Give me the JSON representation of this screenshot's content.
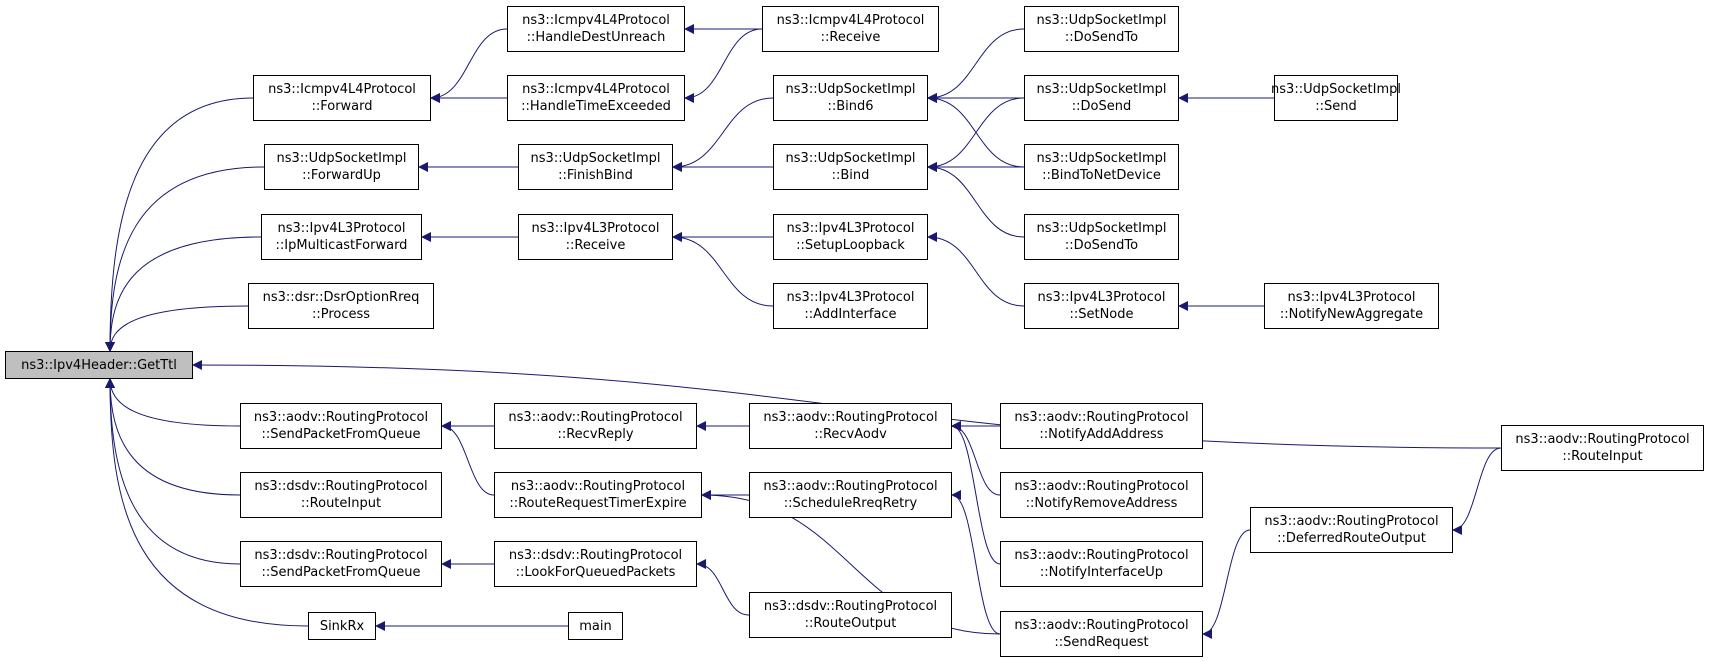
{
  "colors": {
    "edge": "#191970",
    "root_fill": "#bfbfbf",
    "node_fill": "#ffffff",
    "border": "#000000"
  },
  "nodes": [
    {
      "id": "n0",
      "lines": [
        "ns3::Ipv4Header::GetTtl"
      ],
      "root": true
    },
    {
      "id": "n1",
      "lines": [
        "ns3::Icmpv4L4Protocol",
        "::Forward"
      ]
    },
    {
      "id": "n2",
      "lines": [
        "ns3::UdpSocketImpl",
        "::ForwardUp"
      ]
    },
    {
      "id": "n3",
      "lines": [
        "ns3::Ipv4L3Protocol",
        "::IpMulticastForward"
      ]
    },
    {
      "id": "n4",
      "lines": [
        "ns3::dsr::DsrOptionRreq",
        "::Process"
      ]
    },
    {
      "id": "n5",
      "lines": [
        "ns3::aodv::RoutingProtocol",
        "::SendPacketFromQueue"
      ]
    },
    {
      "id": "n6",
      "lines": [
        "ns3::dsdv::RoutingProtocol",
        "::RouteInput"
      ]
    },
    {
      "id": "n7",
      "lines": [
        "ns3::dsdv::RoutingProtocol",
        "::SendPacketFromQueue"
      ]
    },
    {
      "id": "n8",
      "lines": [
        "SinkRx"
      ]
    },
    {
      "id": "n9",
      "lines": [
        "ns3::Icmpv4L4Protocol",
        "::HandleDestUnreach"
      ]
    },
    {
      "id": "n10",
      "lines": [
        "ns3::Icmpv4L4Protocol",
        "::HandleTimeExceeded"
      ]
    },
    {
      "id": "n11",
      "lines": [
        "ns3::UdpSocketImpl",
        "::FinishBind"
      ]
    },
    {
      "id": "n12",
      "lines": [
        "ns3::Ipv4L3Protocol",
        "::Receive"
      ]
    },
    {
      "id": "n13",
      "lines": [
        "ns3::aodv::RoutingProtocol",
        "::RecvReply"
      ]
    },
    {
      "id": "n14",
      "lines": [
        "ns3::aodv::RoutingProtocol",
        "::RouteRequestTimerExpire"
      ]
    },
    {
      "id": "n15",
      "lines": [
        "ns3::dsdv::RoutingProtocol",
        "::LookForQueuedPackets"
      ]
    },
    {
      "id": "n16",
      "lines": [
        "main"
      ]
    },
    {
      "id": "n17",
      "lines": [
        "ns3::Icmpv4L4Protocol",
        "::Receive"
      ]
    },
    {
      "id": "n18",
      "lines": [
        "ns3::UdpSocketImpl",
        "::Bind6"
      ]
    },
    {
      "id": "n19",
      "lines": [
        "ns3::UdpSocketImpl",
        "::Bind"
      ]
    },
    {
      "id": "n20",
      "lines": [
        "ns3::Ipv4L3Protocol",
        "::SetupLoopback"
      ]
    },
    {
      "id": "n21",
      "lines": [
        "ns3::Ipv4L3Protocol",
        "::AddInterface"
      ]
    },
    {
      "id": "n22",
      "lines": [
        "ns3::aodv::RoutingProtocol",
        "::RecvAodv"
      ]
    },
    {
      "id": "n23",
      "lines": [
        "ns3::aodv::RoutingProtocol",
        "::ScheduleRreqRetry"
      ]
    },
    {
      "id": "n24",
      "lines": [
        "ns3::dsdv::RoutingProtocol",
        "::RouteOutput"
      ]
    },
    {
      "id": "n25",
      "lines": [
        "ns3::UdpSocketImpl",
        "::DoSendTo"
      ]
    },
    {
      "id": "n26",
      "lines": [
        "ns3::UdpSocketImpl",
        "::DoSend"
      ]
    },
    {
      "id": "n27",
      "lines": [
        "ns3::UdpSocketImpl",
        "::BindToNetDevice"
      ]
    },
    {
      "id": "n28",
      "lines": [
        "ns3::UdpSocketImpl",
        "::DoSendTo"
      ]
    },
    {
      "id": "n29",
      "lines": [
        "ns3::Ipv4L3Protocol",
        "::SetNode"
      ]
    },
    {
      "id": "n30",
      "lines": [
        "ns3::aodv::RoutingProtocol",
        "::NotifyAddAddress"
      ]
    },
    {
      "id": "n31",
      "lines": [
        "ns3::aodv::RoutingProtocol",
        "::NotifyRemoveAddress"
      ]
    },
    {
      "id": "n32",
      "lines": [
        "ns3::aodv::RoutingProtocol",
        "::NotifyInterfaceUp"
      ]
    },
    {
      "id": "n33",
      "lines": [
        "ns3::aodv::RoutingProtocol",
        "::SendRequest"
      ]
    },
    {
      "id": "n34",
      "lines": [
        "ns3::UdpSocketImpl",
        "::Send"
      ]
    },
    {
      "id": "n35",
      "lines": [
        "ns3::Ipv4L3Protocol",
        "::NotifyNewAggregate"
      ]
    },
    {
      "id": "n36",
      "lines": [
        "ns3::aodv::RoutingProtocol",
        "::DeferredRouteOutput"
      ]
    },
    {
      "id": "n37",
      "lines": [
        "ns3::aodv::RoutingProtocol",
        "::RouteInput"
      ]
    }
  ],
  "edges": [
    [
      "n1",
      "n0"
    ],
    [
      "n2",
      "n0"
    ],
    [
      "n3",
      "n0"
    ],
    [
      "n4",
      "n0"
    ],
    [
      "n5",
      "n0"
    ],
    [
      "n6",
      "n0"
    ],
    [
      "n7",
      "n0"
    ],
    [
      "n8",
      "n0"
    ],
    [
      "n37",
      "n0"
    ],
    [
      "n9",
      "n1"
    ],
    [
      "n10",
      "n1"
    ],
    [
      "n17",
      "n9"
    ],
    [
      "n17",
      "n10"
    ],
    [
      "n11",
      "n2"
    ],
    [
      "n18",
      "n11"
    ],
    [
      "n19",
      "n11"
    ],
    [
      "n25",
      "n18"
    ],
    [
      "n26",
      "n18"
    ],
    [
      "n27",
      "n18"
    ],
    [
      "n26",
      "n19"
    ],
    [
      "n27",
      "n19"
    ],
    [
      "n28",
      "n19"
    ],
    [
      "n34",
      "n26"
    ],
    [
      "n12",
      "n3"
    ],
    [
      "n20",
      "n12"
    ],
    [
      "n21",
      "n12"
    ],
    [
      "n29",
      "n20"
    ],
    [
      "n35",
      "n29"
    ],
    [
      "n13",
      "n5"
    ],
    [
      "n14",
      "n5"
    ],
    [
      "n22",
      "n13"
    ],
    [
      "n30",
      "n22"
    ],
    [
      "n31",
      "n22"
    ],
    [
      "n32",
      "n22"
    ],
    [
      "n23",
      "n14"
    ],
    [
      "n33",
      "n23"
    ],
    [
      "n33",
      "n14"
    ],
    [
      "n15",
      "n7"
    ],
    [
      "n24",
      "n15"
    ],
    [
      "n16",
      "n8"
    ],
    [
      "n36",
      "n33"
    ],
    [
      "n37",
      "n36"
    ]
  ]
}
